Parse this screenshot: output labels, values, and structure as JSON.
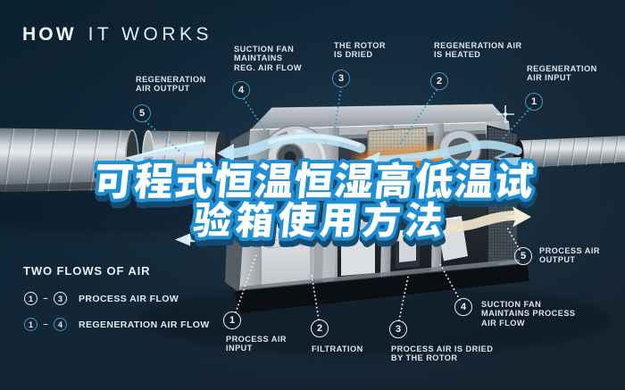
{
  "title": {
    "bold": "HOW",
    "light": "IT WORKS"
  },
  "overlay": {
    "line1": "可程式恒温恒湿高低温试",
    "line2": "验箱使用方法",
    "fill": "#ffffff",
    "outline": "#1e8fd5",
    "shadow": "#134a70"
  },
  "callouts": {
    "reg_output": {
      "num": "5",
      "lines": [
        "REGENERATION",
        "AIR OUTPUT"
      ]
    },
    "suction_reg": {
      "num": "4",
      "lines": [
        "SUCTION FAN",
        "MAINTAINS",
        "REG. AIR FLOW"
      ]
    },
    "rotor_dried": {
      "num": "3",
      "lines": [
        "THE ROTOR",
        "IS DRIED"
      ]
    },
    "reg_heated": {
      "num": "2",
      "lines": [
        "REGENERATION AIR",
        "IS HEATED"
      ]
    },
    "reg_input": {
      "num": "1",
      "lines": [
        "REGENERATION",
        "AIR INPUT"
      ]
    },
    "process_output": {
      "num": "5",
      "lines": [
        "PROCESS AIR",
        "OUTPUT"
      ]
    },
    "suction_process": {
      "num": "4",
      "lines": [
        "SUCTION FAN",
        "MAINTAINS PROCESS",
        "AIR FLOW"
      ]
    },
    "process_dried": {
      "num": "3",
      "lines": [
        "PROCESS AIR IS DRIED",
        "BY THE ROTOR"
      ]
    },
    "filtration": {
      "num": "2",
      "lines": [
        "FILTRATION"
      ]
    },
    "process_input": {
      "num": "1",
      "lines": [
        "PROCESS AIR",
        "INPUT"
      ]
    }
  },
  "legend": {
    "heading": "TWO FLOWS OF AIR",
    "rows": [
      {
        "from": "1",
        "dash": "–",
        "to": "3",
        "label": "PROCESS AIR FLOW"
      },
      {
        "from": "1",
        "dash": "–",
        "to": "4",
        "label": "REGENERATION AIR FLOW"
      }
    ]
  },
  "colors": {
    "background": "#16242f",
    "accent_cyan": "#2f9fd8",
    "label_text": "#d9e1e7",
    "overlay_blue": "#1e8fd5",
    "heater_orange": "#ef8224",
    "ribbon_blue": "#b9e2f5",
    "ribbon_cream": "#ece4c8"
  }
}
